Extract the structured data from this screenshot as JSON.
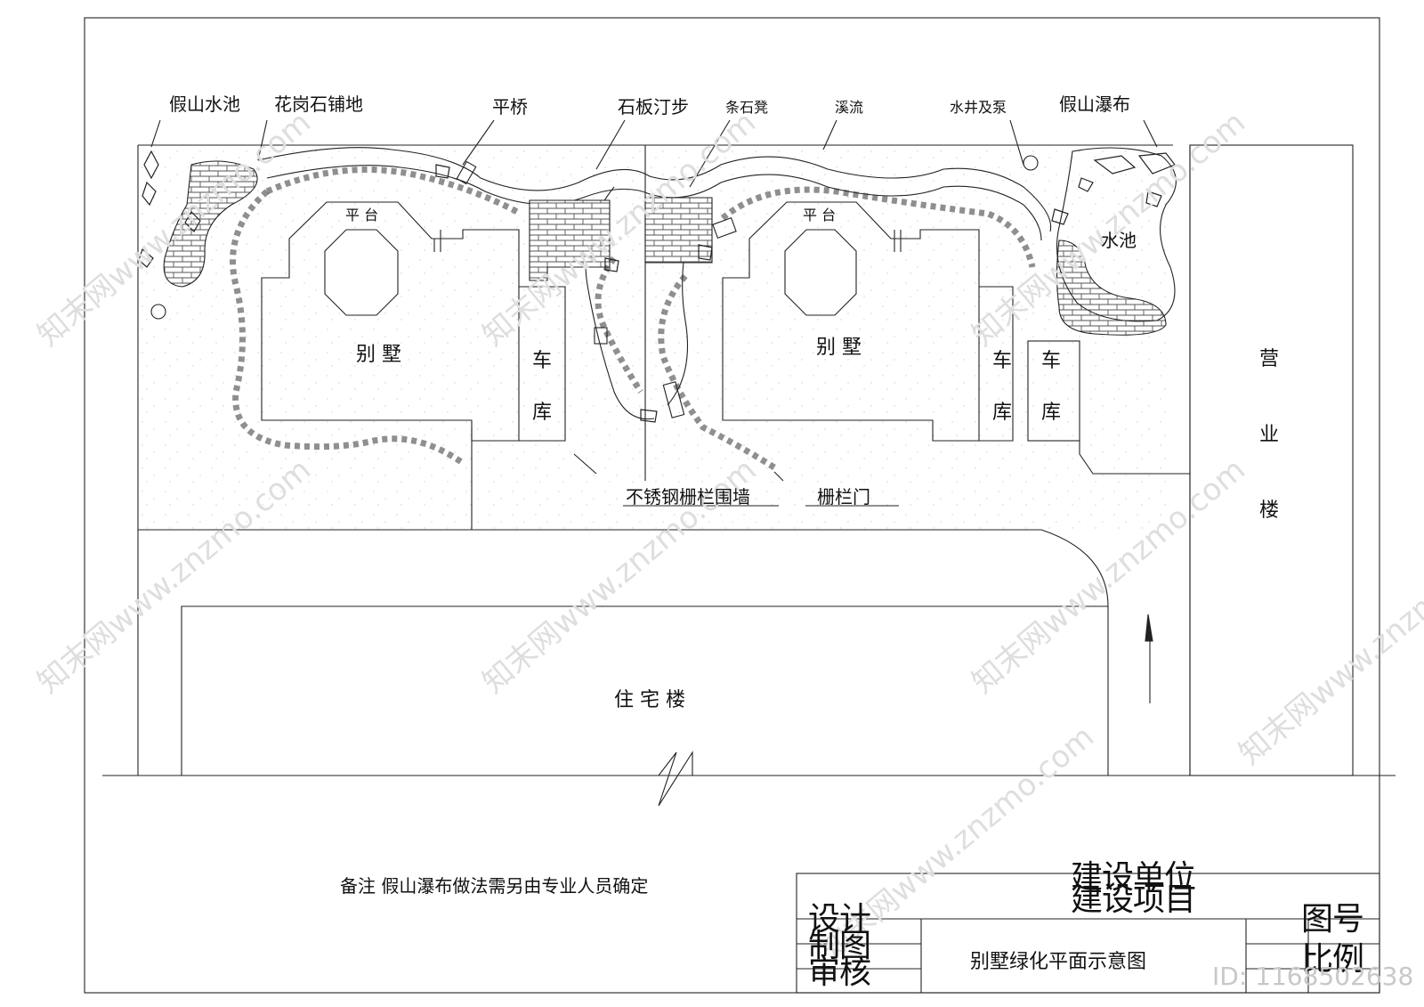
{
  "labels": {
    "jiashan_shuichi": "假山水池",
    "huagangshi": "花岗石铺地",
    "pingqiao": "平桥",
    "shiban": "石板汀步",
    "tiaoshideng": "条石凳",
    "xiliu": "溪流",
    "shuijing": "水井及泵",
    "jiashan_pubu": "假山瀑布",
    "shuichi": "水池",
    "pingtai_left": "平 台",
    "pingtai_right": "平 台",
    "villa_left": "别    墅",
    "villa_right": "别    墅",
    "garage_1": [
      "车",
      "库"
    ],
    "garage_2": [
      "车",
      "库"
    ],
    "garage_3": [
      "车",
      "库"
    ],
    "business": [
      "营",
      "业",
      "楼"
    ],
    "fence_wall": "不锈钢栅栏围墙",
    "fence_gate": "栅栏门",
    "residential": "住      宅      楼"
  },
  "note": "备注  假山瀑布做法需另由专业人员确定",
  "title_block": {
    "builder": "建设单位",
    "project": "建设项目",
    "design": "设计",
    "draw": "制图",
    "review": "审核",
    "drawing_title": "别墅绿化平面示意图",
    "drawing_no": "图号",
    "scale": "比例"
  },
  "watermarks": [
    "知末网www.znzmo.com"
  ],
  "id_text": "ID: 1168502638"
}
